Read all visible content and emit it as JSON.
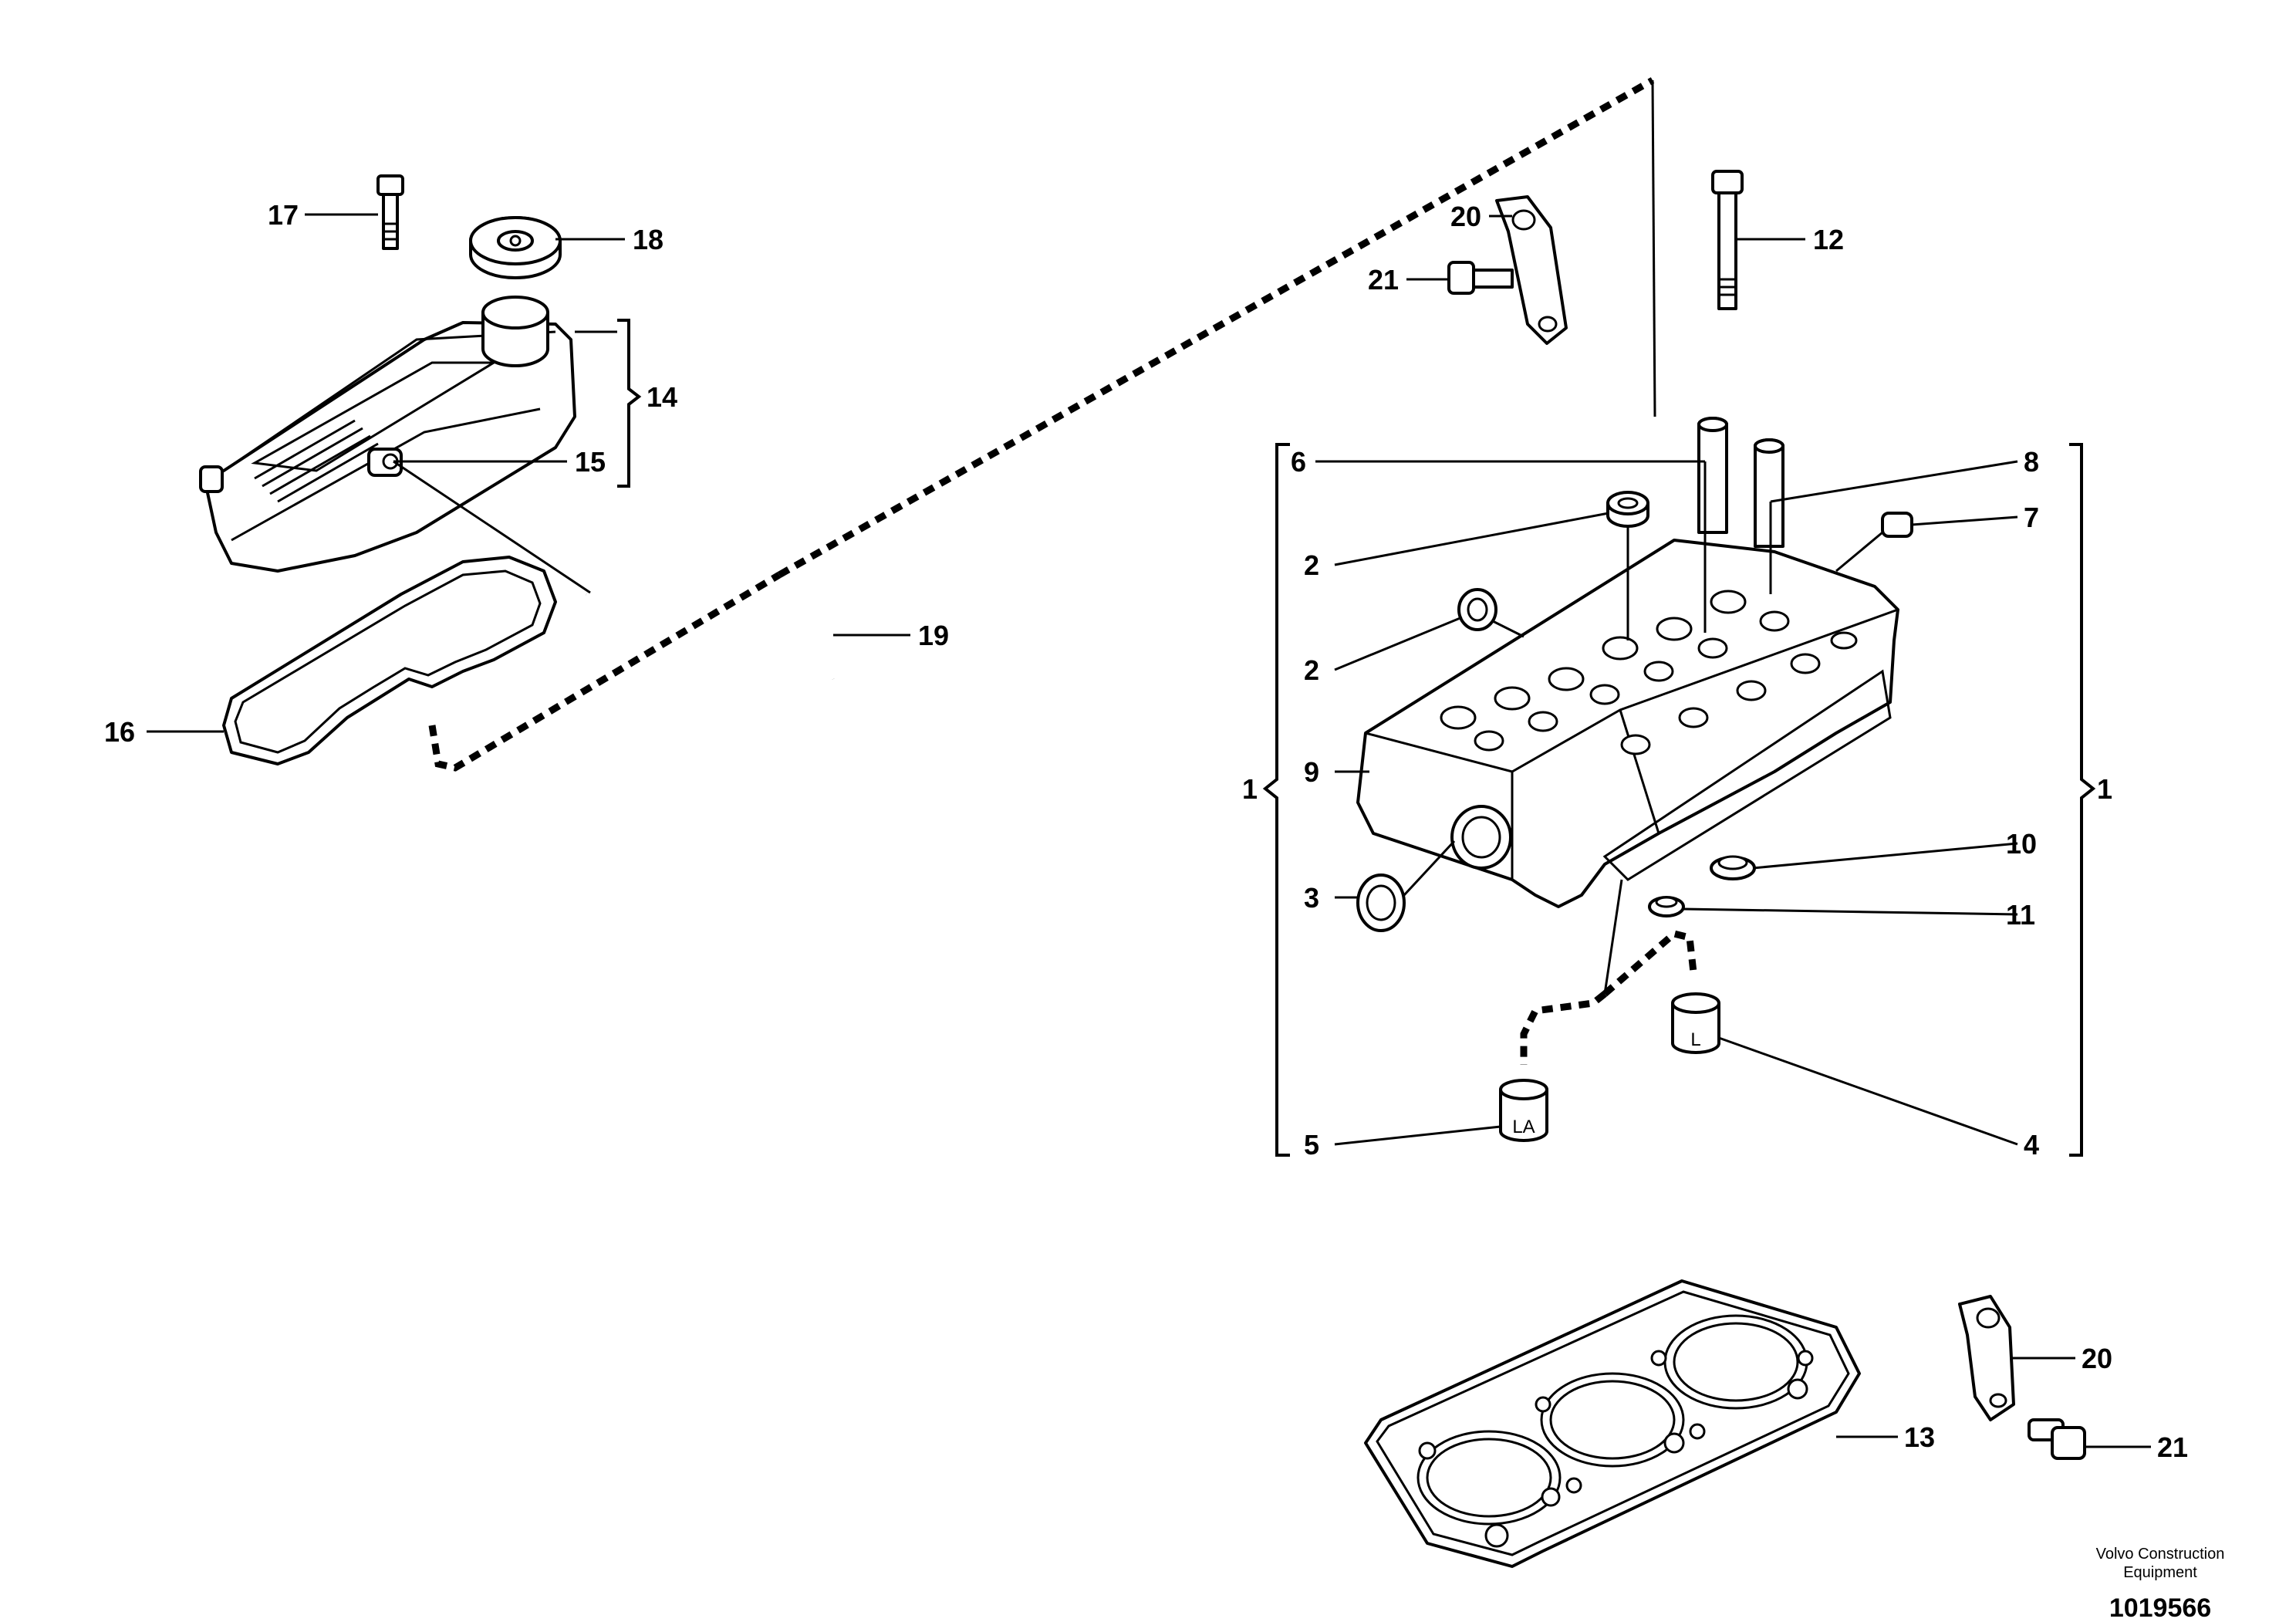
{
  "callouts": {
    "c1_left": "1",
    "c1_right": "1",
    "c2_upper": "2",
    "c2_lower": "2",
    "c3": "3",
    "c4": "4",
    "c5": "5",
    "c6": "6",
    "c7": "7",
    "c8": "8",
    "c9": "9",
    "c10": "10",
    "c11": "11",
    "c12": "12",
    "c13": "13",
    "c14": "14",
    "c15": "15",
    "c16": "16",
    "c17": "17",
    "c18": "18",
    "c19": "19",
    "c20_top": "20",
    "c20_bottom": "20",
    "c21_top": "21",
    "c21_bottom": "21"
  },
  "part_marks": {
    "mark_la": "LA",
    "mark_l": "L"
  },
  "footer": {
    "brand_line1": "Volvo Construction",
    "brand_line2": "Equipment",
    "drawing_number": "1019566"
  }
}
